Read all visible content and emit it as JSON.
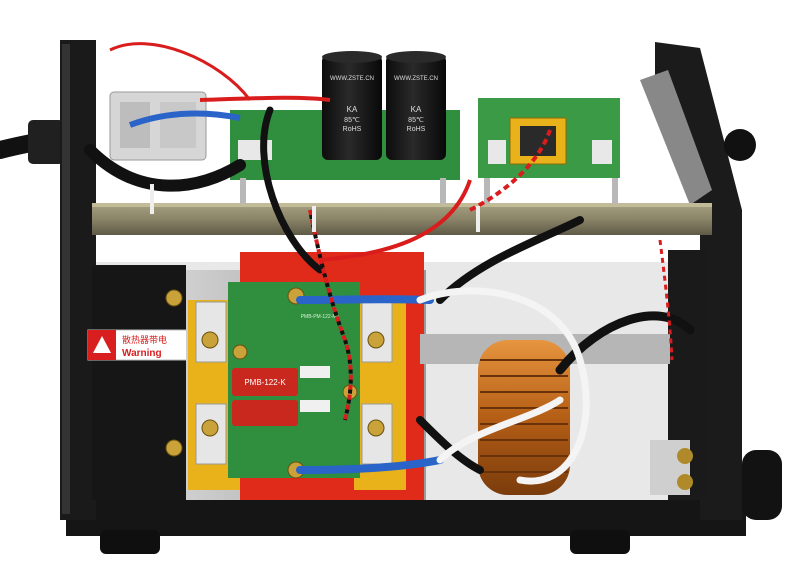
{
  "warning_label": {
    "chinese": "散热器带电",
    "english": "Warning"
  },
  "capacitors": [
    {
      "brand": "WWW.ZSTE.CN",
      "rating": "KA",
      "temp": "85℃",
      "compliance": "RoHS"
    },
    {
      "brand": "WWW.ZSTE.CN",
      "rating": "KA",
      "temp": "85℃",
      "compliance": "RoHS"
    }
  ],
  "board_markings": {
    "lower_board_part": "PMB-122-K",
    "lower_board_small": "PMB-PM-122-M1"
  },
  "colors": {
    "chassis": "#1a1a1a",
    "rail": "#8a8468",
    "pcb": "#2f8f3e",
    "insulator_red": "#e02a1a",
    "insulator_yellow": "#e9b21b",
    "copper": "#c8701e",
    "wire_red": "#d91c1c",
    "wire_blue": "#2a64c8"
  }
}
